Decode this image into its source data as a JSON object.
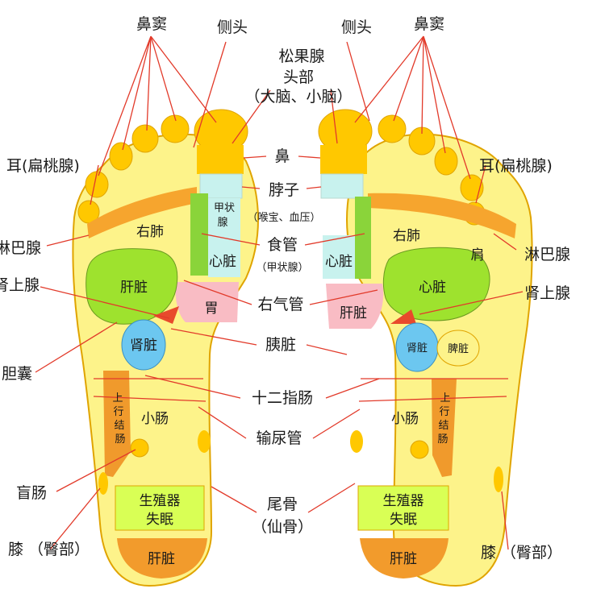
{
  "colors": {
    "sole": "#fdf38a",
    "toe": "#ffc800",
    "lung_band": "#f6a52e",
    "liver_heart": "#9ee22e",
    "kidney": "#6cc7f0",
    "stomach": "#f9bcc4",
    "neck": "#c8f2ee",
    "esophagus_strip": "#8ad43a",
    "colon": "#f09a2c",
    "gland_box": "#d9ff55",
    "heel_cap": "#f29b2c",
    "leader_line": "#e23a2a"
  },
  "center": {
    "pineal_line1": "松果腺",
    "pineal_line2": "头部",
    "pineal_line3": "（大脑、小脑）",
    "nose": "鼻",
    "neck": "脖子",
    "neck_sub": "（喉宝、血压）",
    "esophagus": "食管",
    "esophagus_sub": "（甲状腺）",
    "trachea": "右气管",
    "pancreas": "胰脏",
    "duodenum": "十二指肠",
    "ureter": "输尿管",
    "coccyx_line1": "尾骨",
    "coccyx_line2": "（仙骨）"
  },
  "left_labels": {
    "sinus": "鼻窦",
    "head_side": "侧头",
    "ear": "耳(扁桃腺)",
    "lymph": "淋巴腺",
    "adrenal": "肾上腺",
    "gallbladder": "胆囊",
    "cecum": "盲肠",
    "knee": "膝 （臀部）"
  },
  "right_labels": {
    "head_side": "侧头",
    "sinus": "鼻窦",
    "ear": "耳(扁桃腺)",
    "lymph": "淋巴腺",
    "adrenal": "肾上腺",
    "knee": "膝 （臀部）"
  },
  "left_foot": {
    "right_lung": "右肺",
    "thyroid_a": "甲状",
    "thyroid_b": "腺",
    "heart": "心脏",
    "liver": "肝脏",
    "stomach": "胃",
    "kidney": "肾脏",
    "small_intestine": "小肠",
    "colon_1": "上",
    "colon_2": "行",
    "colon_3": "结",
    "colon_4": "肠",
    "gland_1": "生殖器",
    "gland_2": "失眠",
    "heel": "肝脏"
  },
  "right_foot": {
    "right_lung": "右肺",
    "shoulder": "肩",
    "heart_strip": "心脏",
    "heart": "心脏",
    "liver": "肝脏",
    "kidney": "肾脏",
    "spleen": "脾脏",
    "small_intestine": "小肠",
    "colon_1": "上",
    "colon_2": "行",
    "colon_3": "结",
    "colon_4": "肠",
    "gland_1": "生殖器",
    "gland_2": "失眠",
    "heel": "肝脏"
  }
}
